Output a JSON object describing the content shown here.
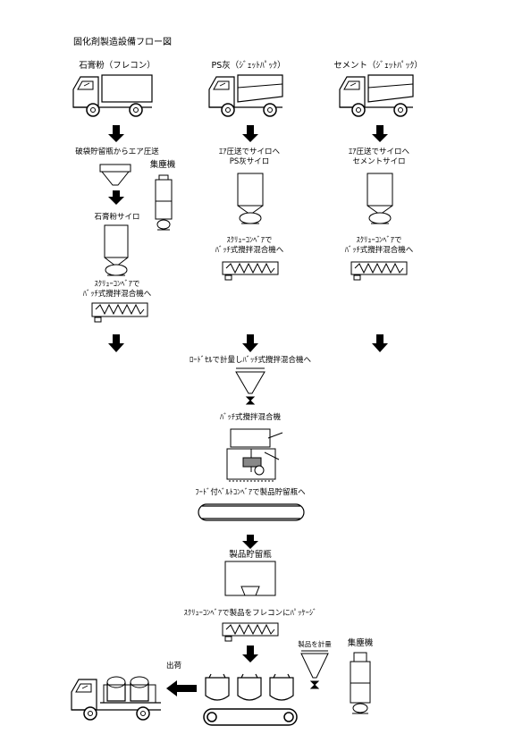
{
  "page_title": "固化剤製造設備フロー図",
  "columns": {
    "gypsum": {
      "label": "石膏粉（フレコン）",
      "step1": "破袋貯留瓶からエア圧送",
      "dust_collector": "集塵機",
      "silo": "石膏粉サイロ",
      "conveyor_line1": "ｽｸﾘｭｰｺﾝﾍﾞｱで",
      "conveyor_line2": "ﾊﾞｯﾁ式攪拌混合機へ"
    },
    "ps_ash": {
      "label": "PS灰（ｼﾞｪｯﾄﾊﾟｯｸ）",
      "step1_line1": "ｴｱ圧送でサイロへ",
      "step1_line2": "PS灰サイロ",
      "conveyor_line1": "ｽｸﾘｭｰｺﾝﾍﾞｱで",
      "conveyor_line2": "ﾊﾞｯﾁ式攪拌混合機へ"
    },
    "cement": {
      "label": "セメント（ｼﾞｪｯﾄﾊﾟｯｸ）",
      "step1_line1": "ｴｱ圧送でサイロへ",
      "step1_line2": "セメントサイロ",
      "conveyor_line1": "ｽｸﾘｭｰｺﾝﾍﾞｱで",
      "conveyor_line2": "ﾊﾞｯﾁ式攪拌混合機へ"
    }
  },
  "main_flow": {
    "weigh_step": "ﾛｰﾄﾞｾﾙで計量しﾊﾞｯﾁ式攪拌混合機へ",
    "mixer": "ﾊﾞｯﾁ式攪拌混合機",
    "belt_step": "ﾌｰﾄﾞ付ﾍﾞﾙﾄｺﾝﾍﾞｱで製品貯留瓶へ",
    "storage": "製品貯留瓶",
    "package_step": "ｽｸﾘｭｰｺﾝﾍﾞｱで製品をフレコンにﾊﾟｯｹｰｼﾞ",
    "weigh_product": "製品を計量",
    "dust_collector": "集塵機",
    "shipping": "出荷"
  }
}
